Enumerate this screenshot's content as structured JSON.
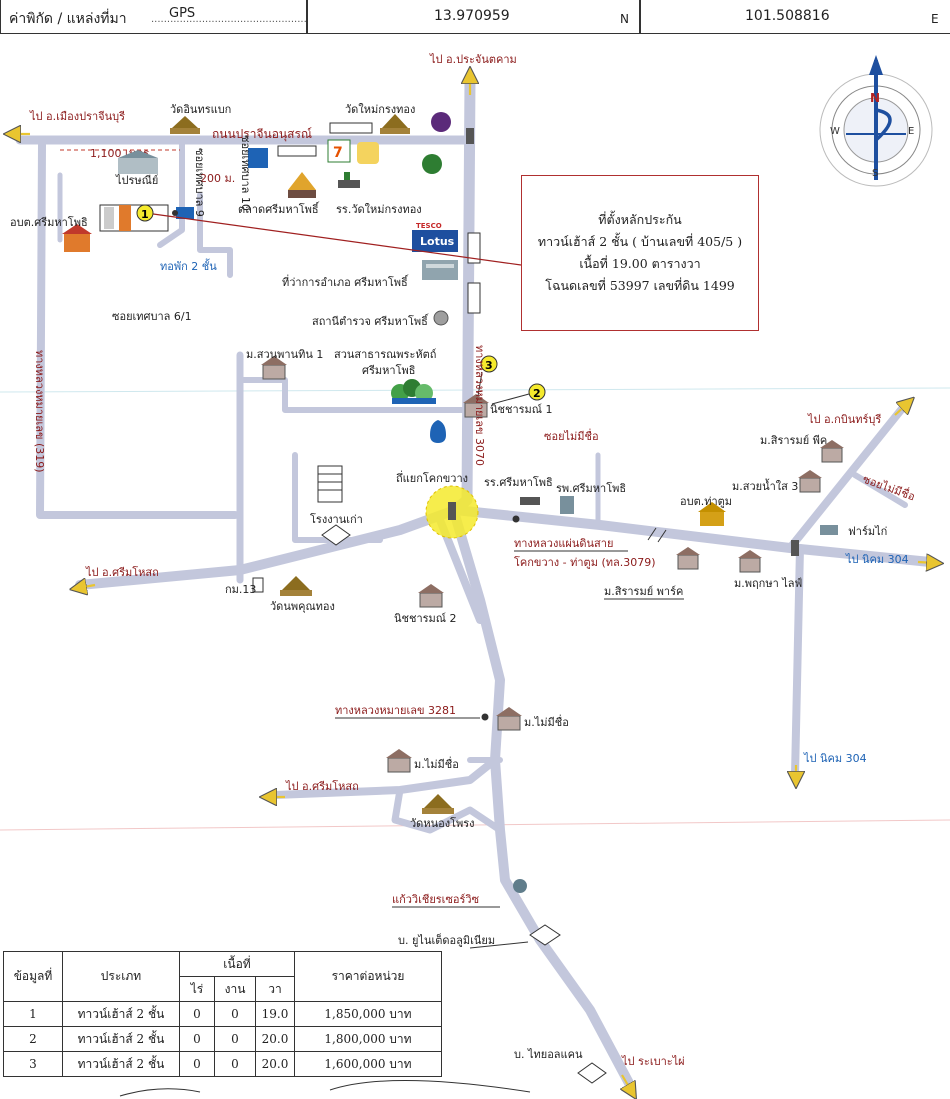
{
  "header": {
    "coord_label": "ค่าพิกัด / แหล่งที่มา",
    "source": "GPS",
    "lat": "13.970959",
    "lat_suffix": "N",
    "lon": "101.508816",
    "lon_suffix": "E"
  },
  "compass": {
    "n": "N",
    "e": "E",
    "s": "S",
    "w": "W"
  },
  "info_box": {
    "line1": "ที่ตั้งหลักประกัน",
    "line2": "ทาวน์เฮ้าส์ 2 ชั้น ( บ้านเลขที่ 405/5 )",
    "line3": "เนื้อที่ 19.00 ตารางวา",
    "line4": "โฉนดเลขที่ 53997 เลขที่ดิน 1499"
  },
  "labels": {
    "to_prachantakham": "ไป อ.ประจันตคาม",
    "to_mueang_prachin": "ไป อ.เมืองปราจีนบุรี",
    "dist_1100": "1,100 เมตร",
    "dist_200": "200 ม.",
    "wat_inthara": "วัดอินทรแบก",
    "wat_mai_krathong": "วัดใหม่กรงทอง",
    "road_prachin": "ถนนปราจีนอนุสรณ์",
    "post_office": "ไปรษณีย์",
    "soi_left": "ซอยเทศบาล 9",
    "soi_right": "ซอยเทศบาล 10",
    "market": "ตลาดศรีมหาโพธิ์",
    "school_wat_mai": "รร.วัดใหม่กรงทอง",
    "obt_srimaha": "อบต.ศรีมหาโพธิ",
    "townhouse_2": "ทอพัก 2 ชั้น",
    "soi_6_1": "ซอยเทศบาล 6/1",
    "tesco_top": "TESCO",
    "tesco_bottom": "Lotus",
    "district_office": "ที่ว่าการอำเภอ ศรีมหาโพธิ์",
    "police": "สถานีตำรวจ ศรีมหาโพธิ์",
    "msuan": "ม.สวนพานทิน 1",
    "park_1": "สวนสาธารณพระหัตถ์",
    "park_2": "ศรีมหาโพธิ",
    "road_3070": "ทางหลวงหมายเลข 3070",
    "road_319": "ทางหลวงหมายเลข (319)",
    "nitcharom_1": "นิชชารมณ์ 1",
    "soi_mai_mee_chue": "ซอยไม่มีชื่อ",
    "junction": "ถึ่แยกโคกขวาง",
    "school_srimaha": "รร.ศรีมหาโพธิ",
    "hospital": "รพ.ศรีมหาโพธิ",
    "obt_thakhum": "อบต.ท่าตูม",
    "road_local_1": "ทางหลวงแผ่นดินสาย",
    "road_local_2": "โคกขวาง - ท่าตูม (ทล.3079)",
    "m_sirarom_phuek": "ม.สิรารมย์ พีค",
    "m_suay_namsai": "ม.สวยน้ำใส 3",
    "to_kabin": "ไป อ.กบินทร์บุรี",
    "soi_mai_mee_chue_2": "ซอยไม่มีชื่อ",
    "farm": "ฟาร์มไก่",
    "to_nikhom_304": "ไป นิคม 304",
    "old_factory": "โรงงานเก่า",
    "to_srimahosot": "ไป อ.ศรีมโหสถ",
    "km13": "กม.13",
    "wat_phruek": "วัดนพคุณทอง",
    "nitcharom_2": "นิชชารมณ์ 2",
    "m_sirarom_park": "ม.สิรารมย์ พาร์ค",
    "m_phruksa": "ม.พฤกษา ไลฟ์",
    "to_nikhom_304_b": "ไป นิคม 304",
    "road_3281": "ทางหลวงหมายเลข 3281",
    "m_mai_mee_chue": "ม.ไม่มีชื่อ",
    "m_mai_mee_chue_2": "ม.ไม่มีชื่อ",
    "to_srimahosot_2": "ไป อ.ศรีมโหสถ",
    "wat_nong_phrong": "วัดหนองโพรง",
    "kaew_vichian": "แก้ววิเชียรเซอร์วิซ",
    "b_united": "บ. ยูไนเต็ดอลูมิเนียม",
    "b_tiger": "บ. ไทยอลแคน",
    "to_rabae_phai": "ไป ระเบาะไผ่",
    "marker_1": "1",
    "marker_2": "2",
    "marker_3": "3"
  },
  "table": {
    "headers": {
      "no": "ข้อมูลที่",
      "type": "ประเภท",
      "area": "เนื้อที่",
      "rai": "ไร่",
      "ngan": "งาน",
      "wa": "วา",
      "price": "ราคาต่อหน่วย"
    },
    "rows": [
      {
        "no": "1",
        "type": "ทาวน์เฮ้าส์ 2 ชั้น",
        "rai": "0",
        "ngan": "0",
        "wa": "19.0",
        "price": "1,850,000 บาท"
      },
      {
        "no": "2",
        "type": "ทาวน์เฮ้าส์ 2 ชั้น",
        "rai": "0",
        "ngan": "0",
        "wa": "20.0",
        "price": "1,800,000 บาท"
      },
      {
        "no": "3",
        "type": "ทาวน์เฮ้าส์ 2 ชั้น",
        "rai": "0",
        "ngan": "0",
        "wa": "20.0",
        "price": "1,600,000 บาท"
      }
    ]
  }
}
